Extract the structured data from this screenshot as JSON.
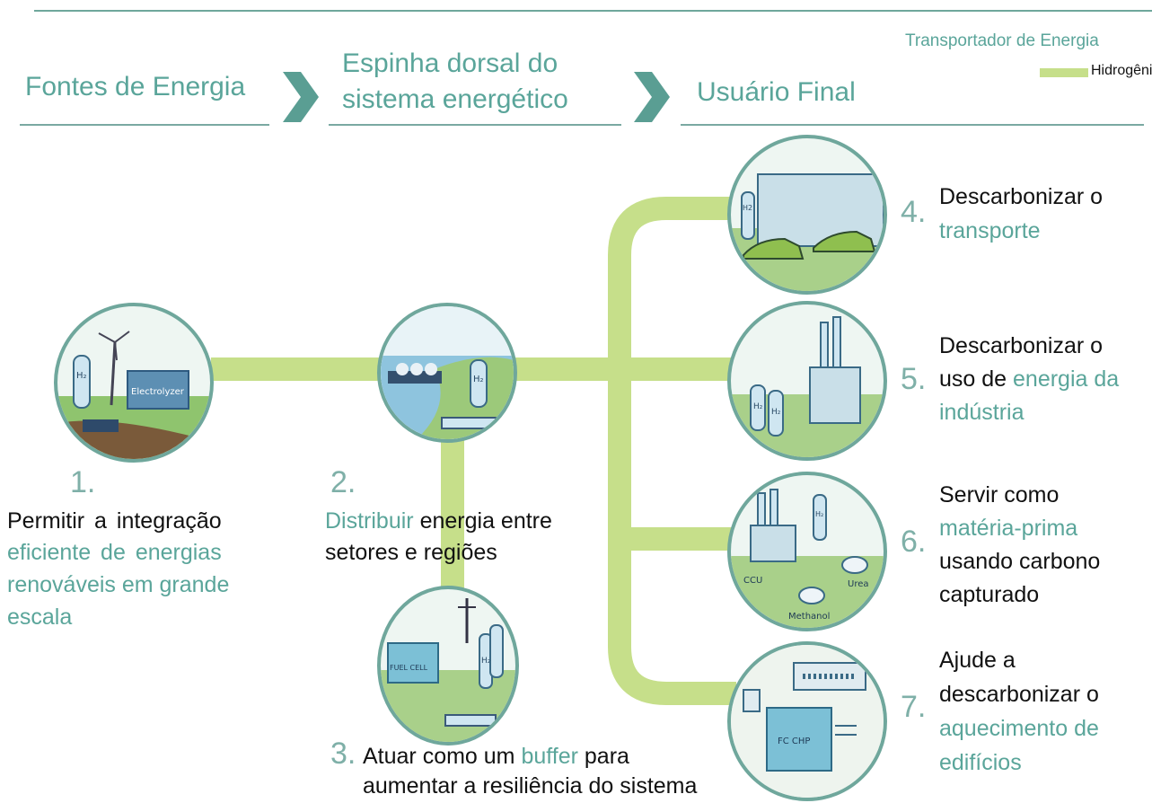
{
  "header": {
    "col1": "Fontes de Energia",
    "col2_line1": "Espinha dorsal do",
    "col2_line2": "sistema energético",
    "col3": "Usuário Final"
  },
  "legend": {
    "title": "Transportador de Energia",
    "item": "Hidrogênio",
    "swatch_color": "#c6df8a"
  },
  "colors": {
    "accent": "#5aa59a",
    "pipe": "#c6df8a",
    "circle_border": "#6fa79c"
  },
  "circles": {
    "c1": {
      "h2": "H₂",
      "device": "Electrolyzer"
    },
    "c2": {
      "h2": "H₂"
    },
    "c3": {
      "device": "FUEL CELL",
      "h2": "H₂"
    },
    "c4": {
      "h2": "H2"
    },
    "c5": {
      "h2a": "H₂",
      "h2b": "H₂"
    },
    "c6": {
      "ccu": "CCU",
      "urea": "Urea",
      "methanol": "Methanol",
      "h2": "H₂"
    },
    "c7": {
      "device": "FC CHP"
    }
  },
  "items": {
    "i1": {
      "num": "1.",
      "l1": "Permitir a integração",
      "l2": "eficiente de energias",
      "l3": "renováveis em grande",
      "l4": "escala"
    },
    "i2": {
      "num": "2.",
      "l1a": "Distribuir",
      "l1b": " energia entre",
      "l2": "setores e regiões"
    },
    "i3": {
      "num": "3.",
      "l1a": "Atuar como um ",
      "l1b": "buffer",
      "l1c": " para",
      "l2": "aumentar a resiliência do sistema"
    },
    "i4": {
      "num": "4.",
      "l1": "Descarbonizar o",
      "l2": "transporte"
    },
    "i5": {
      "num": "5.",
      "l1": "Descarbonizar o",
      "l2a": "uso de ",
      "l2b": "energia da",
      "l3": "indústria"
    },
    "i6": {
      "num": "6.",
      "l1": "Servir como",
      "l2": "matéria-prima",
      "l3": "usando carbono",
      "l4": "capturado"
    },
    "i7": {
      "num": "7.",
      "l1": "Ajude a",
      "l2": "descarbonizar o",
      "l3": "aquecimento de",
      "l4": "edifícios"
    }
  }
}
